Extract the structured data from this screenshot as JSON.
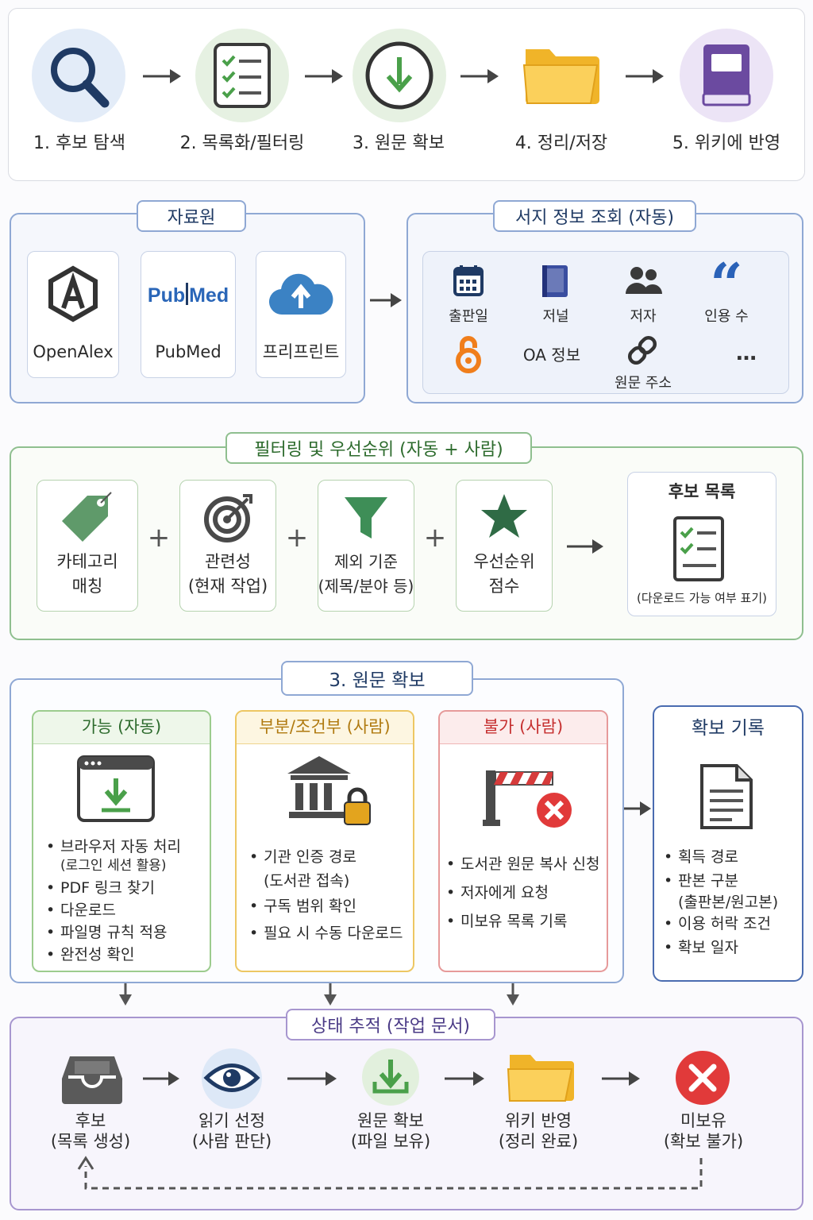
{
  "pipeline": {
    "steps": [
      {
        "label": "1. 후보 탐색",
        "icon": "search-icon"
      },
      {
        "label": "2. 목록화/필터링",
        "icon": "checklist-icon"
      },
      {
        "label": "3. 원문 확보",
        "icon": "download-icon"
      },
      {
        "label": "4. 정리/저장",
        "icon": "folder-icon"
      },
      {
        "label": "5. 위키에 반영",
        "icon": "book-icon"
      }
    ]
  },
  "sources": {
    "title": "자료원",
    "items": [
      {
        "label": "OpenAlex",
        "icon": "openalex-logo-icon"
      },
      {
        "label": "PubMed",
        "icon": "pubmed-logo-icon",
        "logo_text_left": "Pub",
        "logo_text_right": "Med"
      },
      {
        "label": "프리프린트",
        "icon": "cloud-upload-icon"
      }
    ]
  },
  "biblio": {
    "title": "서지 정보 조회 (자동)",
    "items": [
      {
        "label": "출판일",
        "icon": "calendar-icon"
      },
      {
        "label": "저널",
        "icon": "journal-icon"
      },
      {
        "label": "저자",
        "icon": "people-icon"
      },
      {
        "label": "인용 수",
        "icon": "quote-icon"
      },
      {
        "label": "OA 정보",
        "icon": "open-access-icon"
      },
      {
        "label": "원문 주소",
        "icon": "link-icon"
      },
      {
        "label": "…",
        "icon": "more-icon"
      }
    ]
  },
  "filtering": {
    "title": "필터링 및 우선순위 (자동 + 사람)",
    "items": [
      {
        "line1": "카테고리",
        "line2": "매칭",
        "icon": "tag-icon"
      },
      {
        "line1": "관련성",
        "line2": "(현재 작업)",
        "icon": "target-icon"
      },
      {
        "line1": "제외 기준",
        "line2": "(제목/분야 등)",
        "icon": "filter-icon"
      },
      {
        "line1": "우선순위",
        "line2": "점수",
        "icon": "star-icon"
      }
    ],
    "plus": "+",
    "result": {
      "title": "후보 목록",
      "note": "(다운로드 가능 여부 표기)",
      "icon": "checklist-icon"
    }
  },
  "acquire": {
    "title": "3. 원문 확보",
    "columns": [
      {
        "title": "가능 (자동)",
        "color": "#3f9a3f",
        "icon": "browser-download-icon",
        "bullets": [
          {
            "text": "브라우저 자동 처리",
            "sub": "(로그인 세션 활용)"
          },
          {
            "text": "PDF 링크 찾기"
          },
          {
            "text": "다운로드"
          },
          {
            "text": "파일명 규칙 적용"
          },
          {
            "text": "완전성 확인"
          }
        ]
      },
      {
        "title": "부분/조건부 (사람)",
        "color": "#e0a21a",
        "icon": "institution-lock-icon",
        "bullets": [
          {
            "text": "기관 인증 경로",
            "sub": "(도서관 접속)"
          },
          {
            "text": "구독 범위 확인"
          },
          {
            "text": "필요 시 수동 다운로드"
          }
        ]
      },
      {
        "title": "불가 (사람)",
        "color": "#d63b3b",
        "icon": "barrier-blocked-icon",
        "bullets": [
          {
            "text": "도서관 원문 복사 신청"
          },
          {
            "text": "저자에게 요청"
          },
          {
            "text": "미보유 목록 기록"
          }
        ]
      }
    ],
    "record": {
      "title": "확보 기록",
      "icon": "document-icon",
      "bullets": [
        {
          "text": "획득 경로"
        },
        {
          "text": "판본 구분",
          "sub": "(출판본/원고본)"
        },
        {
          "text": "이용 허락 조건"
        },
        {
          "text": "확보 일자"
        }
      ]
    }
  },
  "status": {
    "title": "상태 추적 (작업 문서)",
    "items": [
      {
        "line1": "후보",
        "line2": "(목록 생성)",
        "icon": "inbox-icon"
      },
      {
        "line1": "읽기 선정",
        "line2": "(사람 판단)",
        "icon": "eye-icon"
      },
      {
        "line1": "원문 확보",
        "line2": "(파일 보유)",
        "icon": "download-icon"
      },
      {
        "line1": "위키 반영",
        "line2": "(정리 완료)",
        "icon": "folder-icon"
      },
      {
        "line1": "미보유",
        "line2": "(확보 불가)",
        "icon": "blocked-x-icon"
      }
    ]
  }
}
